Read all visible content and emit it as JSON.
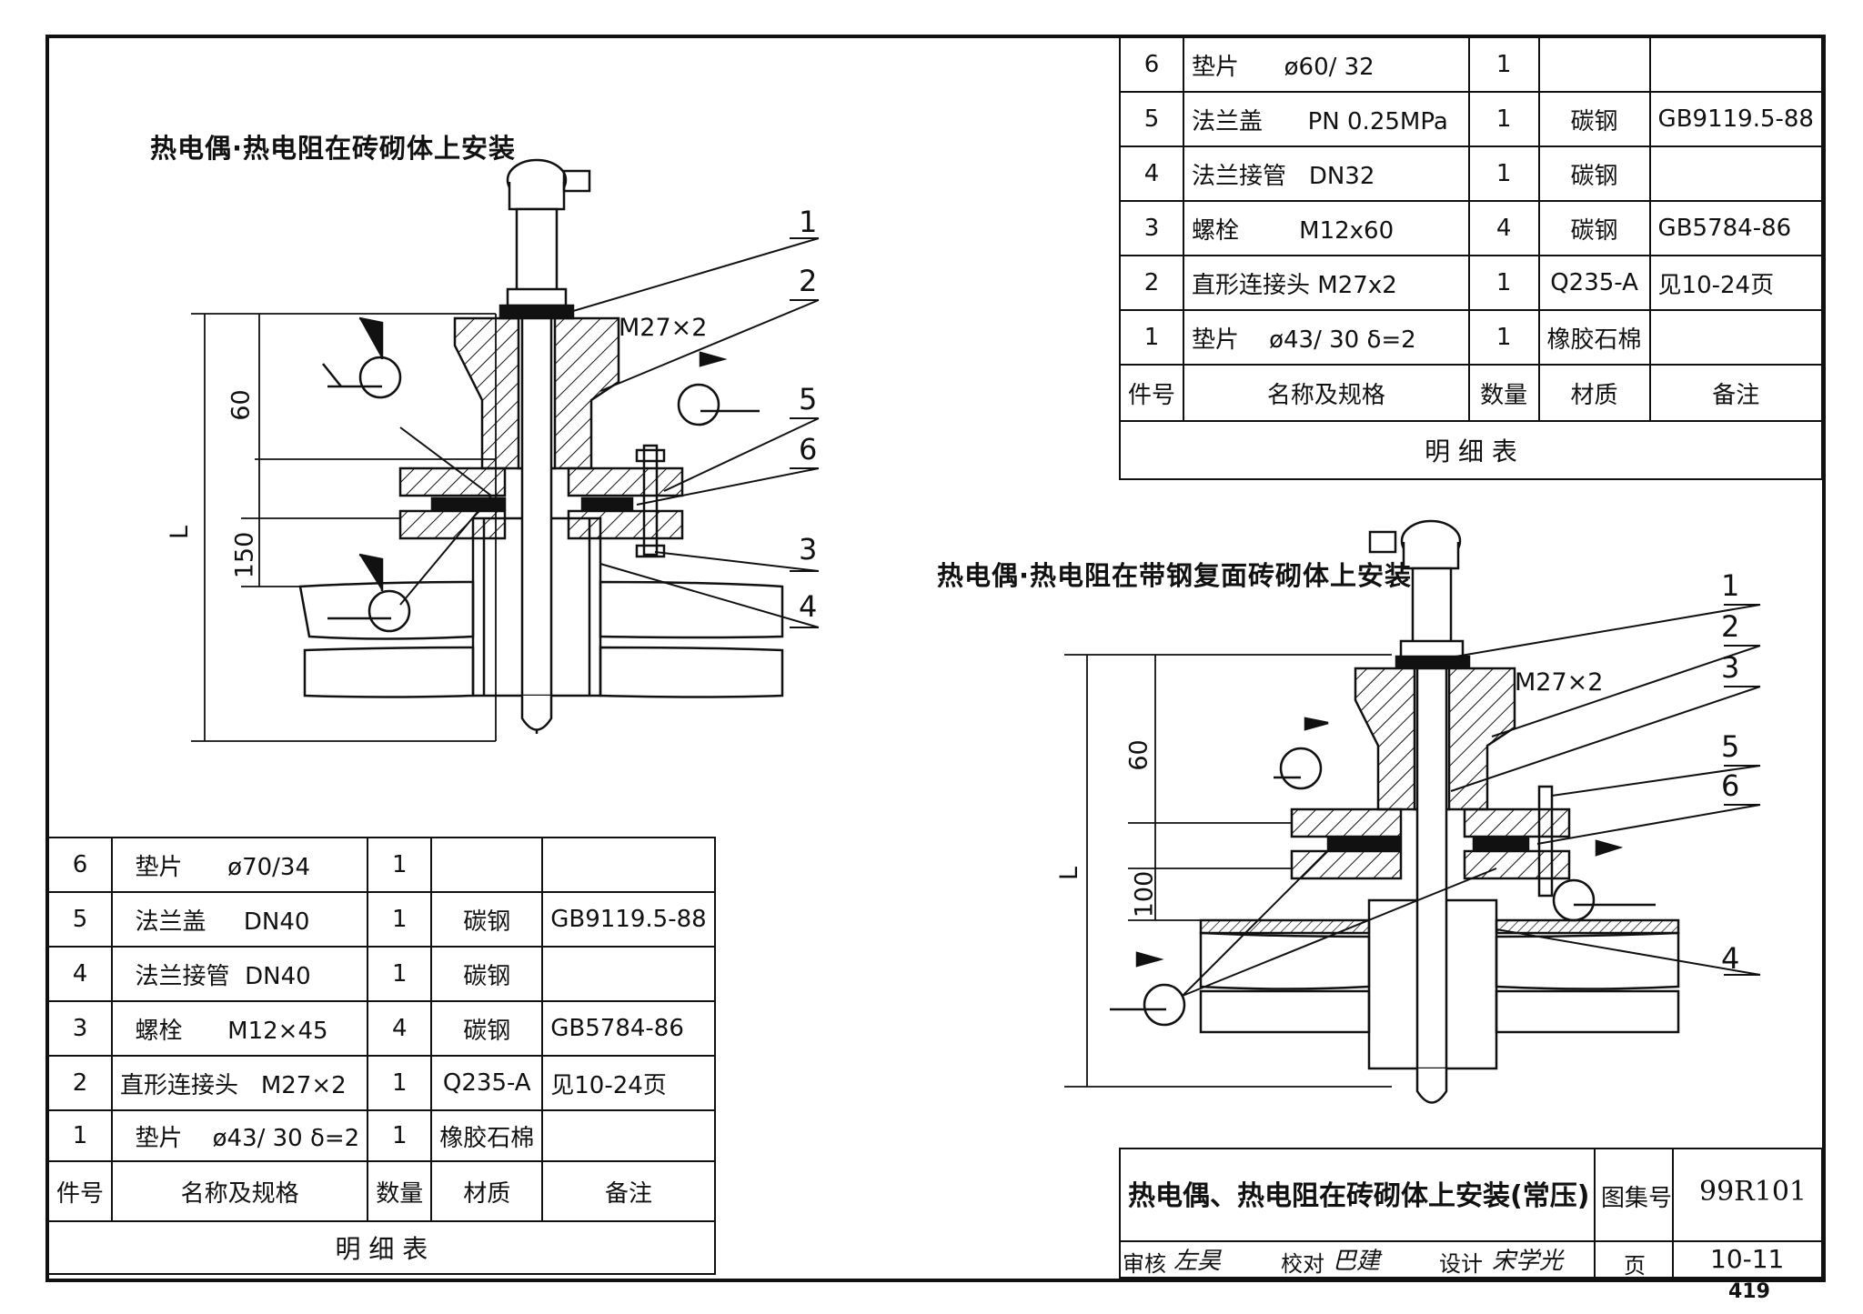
{
  "page_number": "419",
  "left_drawing": {
    "title": "热电偶·热电阻在砖砌体上安装",
    "thread_label": "M27×2",
    "dim_60": "60",
    "dim_150": "150",
    "dim_L": "L",
    "callouts": [
      "1",
      "2",
      "5",
      "6",
      "3",
      "4"
    ]
  },
  "right_drawing": {
    "title": "热电偶·热电阻在带钢复面砖砌体上安装",
    "thread_label": "M27×2",
    "dim_60": "60",
    "dim_100": "100",
    "dim_L": "L",
    "callouts": [
      "1",
      "2",
      "3",
      "5",
      "6",
      "4"
    ]
  },
  "bom_top": {
    "rows": [
      {
        "no": "6",
        "name": "垫片",
        "spec": "ø60/ 32",
        "qty": "1",
        "material": "",
        "note": ""
      },
      {
        "no": "5",
        "name": "法兰盖",
        "spec": "PN 0.25MPa",
        "qty": "1",
        "material": "碳钢",
        "note": "GB9119.5-88"
      },
      {
        "no": "4",
        "name": "法兰接管",
        "spec": "DN32",
        "qty": "1",
        "material": "碳钢",
        "note": ""
      },
      {
        "no": "3",
        "name": "螺栓",
        "spec": "M12x60",
        "qty": "4",
        "material": "碳钢",
        "note": "GB5784-86"
      },
      {
        "no": "2",
        "name": "直形连接头",
        "spec": "M27x2",
        "qty": "1",
        "material": "Q235-A",
        "note": "见10-24页"
      },
      {
        "no": "1",
        "name": "垫片",
        "spec": "ø43/ 30   δ=2",
        "qty": "1",
        "material": "橡胶石棉",
        "note": ""
      }
    ],
    "header": {
      "no": "件号",
      "name": "名称及规格",
      "qty": "数量",
      "material": "材质",
      "note": "备注"
    },
    "caption": "明 细 表"
  },
  "bom_bottom": {
    "rows": [
      {
        "no": "6",
        "name": "垫片",
        "spec": "ø70/34",
        "qty": "1",
        "material": "",
        "note": ""
      },
      {
        "no": "5",
        "name": "法兰盖",
        "spec": "DN40",
        "qty": "1",
        "material": "碳钢",
        "note": "GB9119.5-88"
      },
      {
        "no": "4",
        "name": "法兰接管",
        "spec": "DN40",
        "qty": "1",
        "material": "碳钢",
        "note": ""
      },
      {
        "no": "3",
        "name": "螺栓",
        "spec": "M12×45",
        "qty": "4",
        "material": "碳钢",
        "note": "GB5784-86"
      },
      {
        "no": "2",
        "name": "直形连接头",
        "spec": "M27×2",
        "qty": "1",
        "material": "Q235-A",
        "note": "见10-24页"
      },
      {
        "no": "1",
        "name": "垫片",
        "spec": "ø43/ 30  δ=2",
        "qty": "1",
        "material": "橡胶石棉",
        "note": ""
      }
    ],
    "header": {
      "no": "件号",
      "name": "名称及规格",
      "qty": "数量",
      "material": "材质",
      "note": "备注"
    },
    "caption": "明 细 表"
  },
  "title_block": {
    "title": "热电偶、热电阻在砖砌体上安装(常压)",
    "atlas_label": "图集号",
    "atlas_no": "99R101",
    "review_label": "审核",
    "review_sig": "左昊",
    "check_label": "校对",
    "check_sig": "巴建",
    "design_label": "设计",
    "design_sig": "宋学光",
    "page_label": "页",
    "page_no": "10-11"
  }
}
